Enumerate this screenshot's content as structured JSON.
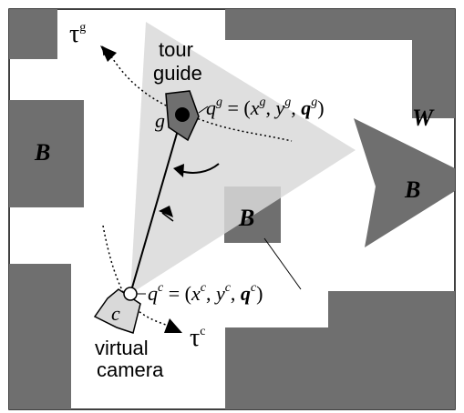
{
  "colors": {
    "obstacle": "#6f6f6f",
    "field_of_view": "#d9d9d9",
    "ink": "#000000",
    "background": "#ffffff"
  },
  "labels": {
    "workspace": "W",
    "obstacle": "B",
    "tour_guide": [
      "tour",
      "guide"
    ],
    "virtual_camera": [
      "virtual",
      "camera"
    ],
    "guide_symbol": "g",
    "camera_symbol": "c",
    "tau_guide": {
      "base": "τ",
      "sup": "g"
    },
    "tau_camera": {
      "base": "τ",
      "sup": "c"
    },
    "guide_state": {
      "var": "q",
      "sup": "g",
      "eq": " = (",
      "x": "x",
      "y": "y",
      "theta": "q",
      "close": ")",
      "sep": ", "
    },
    "camera_state": {
      "var": "q",
      "sup": "c",
      "eq": " = (",
      "x": "x",
      "y": "y",
      "theta": "q",
      "close": ")",
      "sep": ", "
    }
  }
}
